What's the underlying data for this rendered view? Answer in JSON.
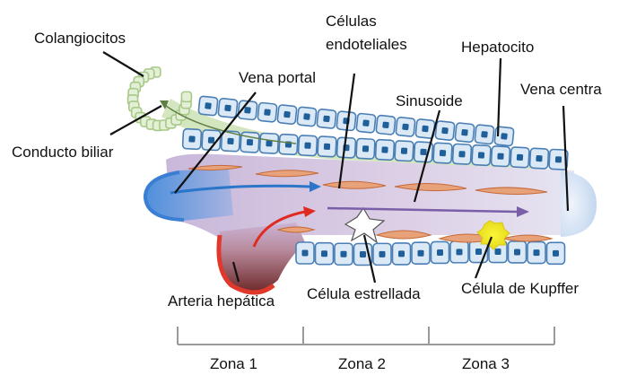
{
  "labels": {
    "colangiocitos": "Colangiocitos",
    "celulas_endoteliales_line1": "Células",
    "celulas_endoteliales_line2": "endoteliales",
    "hepatocito": "Hepatocito",
    "vena_portal": "Vena portal",
    "vena_central": "Vena centra",
    "sinusoide": "Sinusoide",
    "conducto_biliar": "Conducto biliar",
    "arteria_hepatica": "Arteria hepática",
    "celula_estrellada": "Célula estrellada",
    "celula_kupffer": "Célula de Kupffer"
  },
  "zones": [
    "Zona 1",
    "Zona 2",
    "Zona 3"
  ],
  "colors": {
    "hepatocyte_fill": "#dbe9f6",
    "hepatocyte_stroke": "#4a7fb5",
    "nucleus": "#1f5f9a",
    "sinusoid": "#e4d3e8",
    "portal_vein": "#4f8fd6",
    "central_vein": "#cfe0f4",
    "artery": "#d93a2e",
    "bile_duct": "#a8c98a",
    "stellate_cell": "#e8a27a",
    "kupffer": "#f2ec2a",
    "flow_blue": "#2b76c8",
    "flow_purple": "#7a5fa8",
    "flow_red": "#e02a1f"
  }
}
